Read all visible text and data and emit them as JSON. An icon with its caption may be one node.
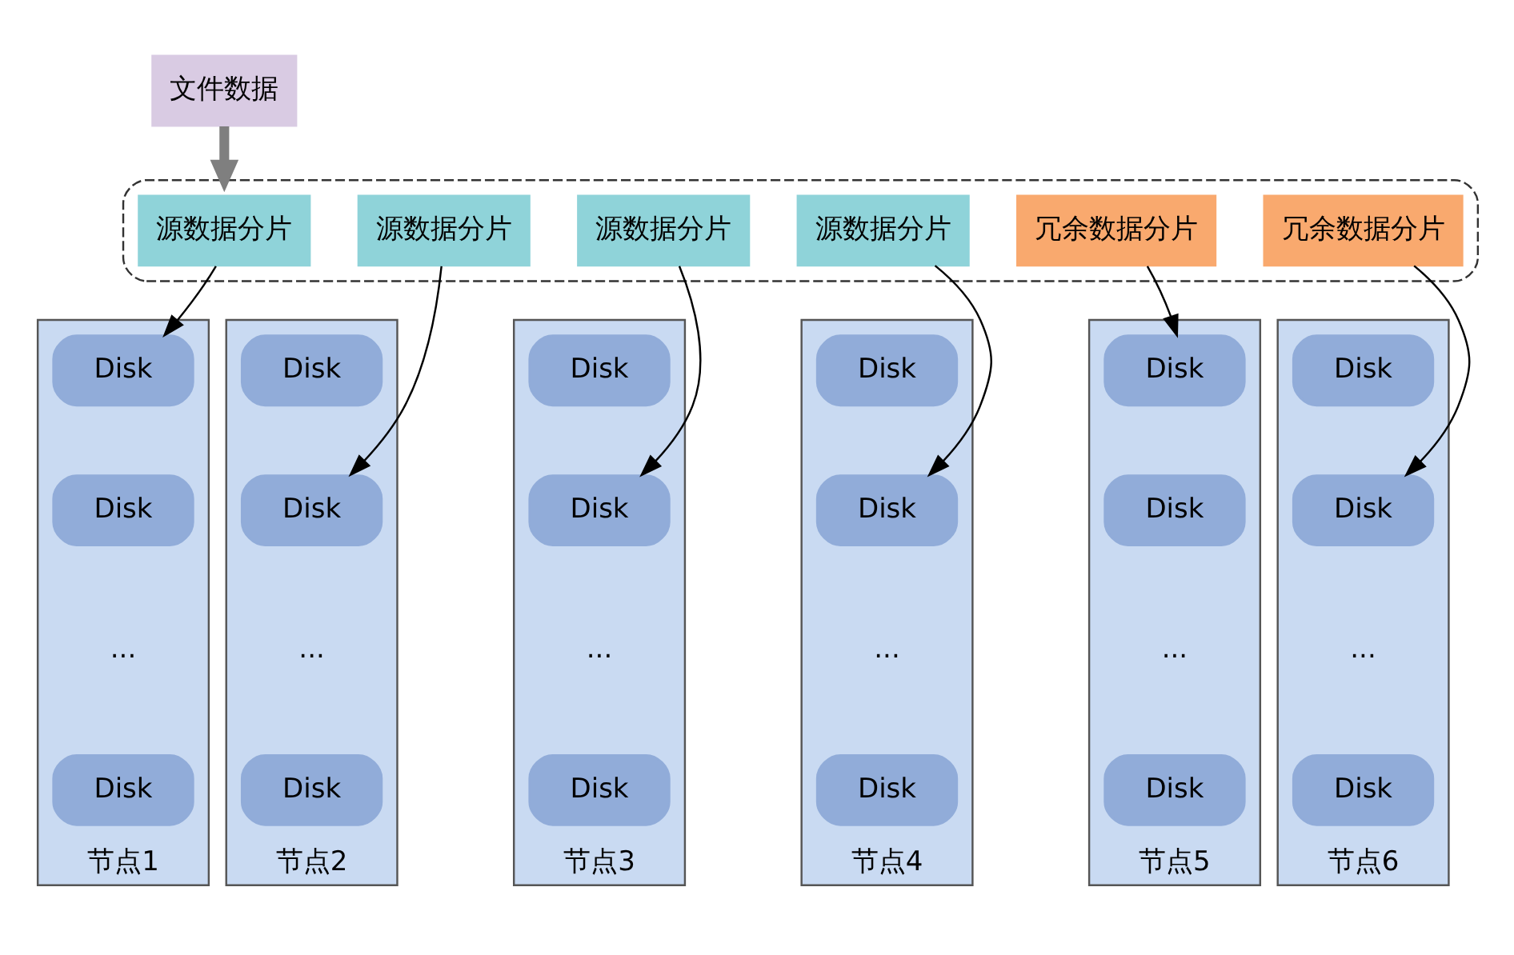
{
  "diagram": {
    "nodes": [
      {
        "text": [
          "文件数据"
        ]
      },
      {
        "text": [],
        "shape": "box"
      },
      {
        "text": [
          "源数据分片"
        ],
        "in": 1
      },
      {
        "text": [
          "源数据分片"
        ],
        "in": 1
      },
      {
        "text": [
          "源数据分片"
        ],
        "in": 1
      },
      {
        "text": [
          "源数据分片"
        ],
        "in": 1
      },
      {
        "text": [
          "冗余数据分片"
        ],
        "in": 1
      },
      {
        "text": [
          "冗余数据分片"
        ],
        "in": 1
      },
      {
        "text": [
          "节点1"
        ]
      },
      {
        "text": [
          "Disk"
        ],
        "in": 8
      },
      {
        "text": [
          "Disk"
        ],
        "in": 8
      },
      {
        "text": [
          "..."
        ],
        "in": 8
      },
      {
        "text": [
          "Disk"
        ],
        "in": 8
      },
      {
        "text": [
          "节点2"
        ]
      },
      {
        "text": [
          "Disk"
        ],
        "in": 13
      },
      {
        "text": [
          "Disk"
        ],
        "in": 13
      },
      {
        "text": [
          "..."
        ],
        "in": 13
      },
      {
        "text": [
          "Disk"
        ],
        "in": 13
      },
      {
        "text": [
          "节点3"
        ]
      },
      {
        "text": [
          "Disk"
        ],
        "in": 18
      },
      {
        "text": [
          "Disk"
        ],
        "in": 18
      },
      {
        "text": [
          "..."
        ],
        "in": 18
      },
      {
        "text": [
          "Disk"
        ],
        "in": 18
      },
      {
        "text": [
          "节点4"
        ]
      },
      {
        "text": [
          "Disk"
        ],
        "in": 23
      },
      {
        "text": [
          "Disk"
        ],
        "in": 23
      },
      {
        "text": [
          "..."
        ],
        "in": 23
      },
      {
        "text": [
          "Disk"
        ],
        "in": 23
      },
      {
        "text": [
          "节点5"
        ]
      },
      {
        "text": [
          "Disk"
        ],
        "in": 28
      },
      {
        "text": [
          "Disk"
        ],
        "in": 28
      },
      {
        "text": [
          "..."
        ],
        "in": 28
      },
      {
        "text": [
          "Disk"
        ],
        "in": 28
      },
      {
        "text": [
          "节点6"
        ]
      },
      {
        "text": [
          "Disk"
        ],
        "in": 33
      },
      {
        "text": [
          "Disk"
        ],
        "in": 33
      },
      {
        "text": [
          "..."
        ],
        "in": 33
      },
      {
        "text": [
          "Disk"
        ],
        "in": 33
      }
    ],
    "edges": [
      {
        "from": 0,
        "to": 1,
        "arrow": "to",
        "style": "thick",
        "color": "#7f7f7f"
      },
      {
        "from": 2,
        "to": 9,
        "arrow": "to"
      },
      {
        "from": 3,
        "to": 15,
        "arrow": "to"
      },
      {
        "from": 4,
        "to": 20,
        "arrow": "to"
      },
      {
        "from": 5,
        "to": 25,
        "arrow": "to"
      },
      {
        "from": 6,
        "to": 29,
        "arrow": "to"
      },
      {
        "from": 7,
        "to": 35,
        "arrow": "to"
      }
    ]
  }
}
